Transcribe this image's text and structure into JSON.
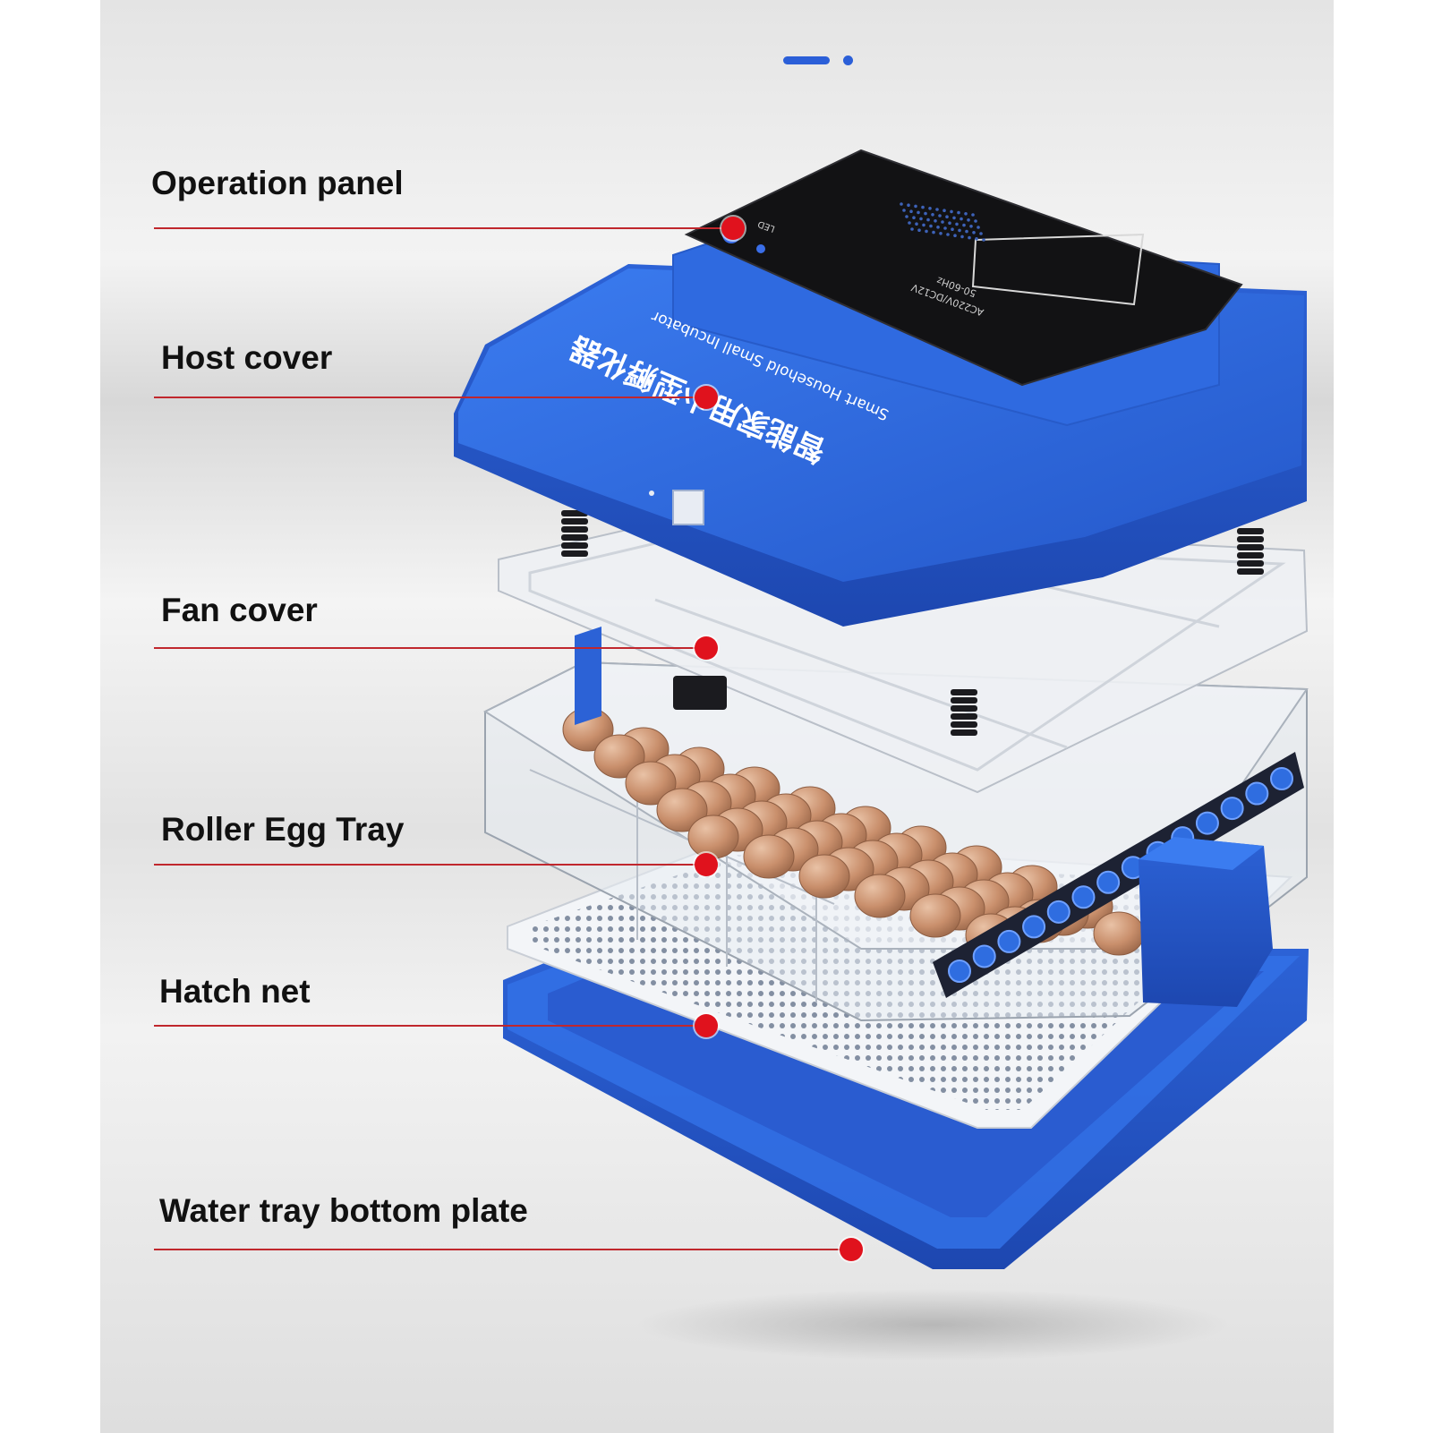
{
  "labels": {
    "operation_panel": "Operation panel",
    "host_cover": "Host cover",
    "fan_cover": "Fan cover",
    "roller_egg_tray": "Roller Egg Tray",
    "hatch_net": "Hatch net",
    "water_tray_bottom_plate": "Water tray bottom plate"
  },
  "cover_text": {
    "brand_cn": "智能家用小型孵化器",
    "brand_en": "Smart Household Small Incubator",
    "led": "LED",
    "spec_voltage": "AC220V/DC12V",
    "spec_freq": "50-60Hz"
  },
  "colors": {
    "accent_blue": "#2b5fd8",
    "product_blue": "#2f6de0",
    "pin_red": "#e0121d",
    "leader_red": "#c0272d"
  }
}
